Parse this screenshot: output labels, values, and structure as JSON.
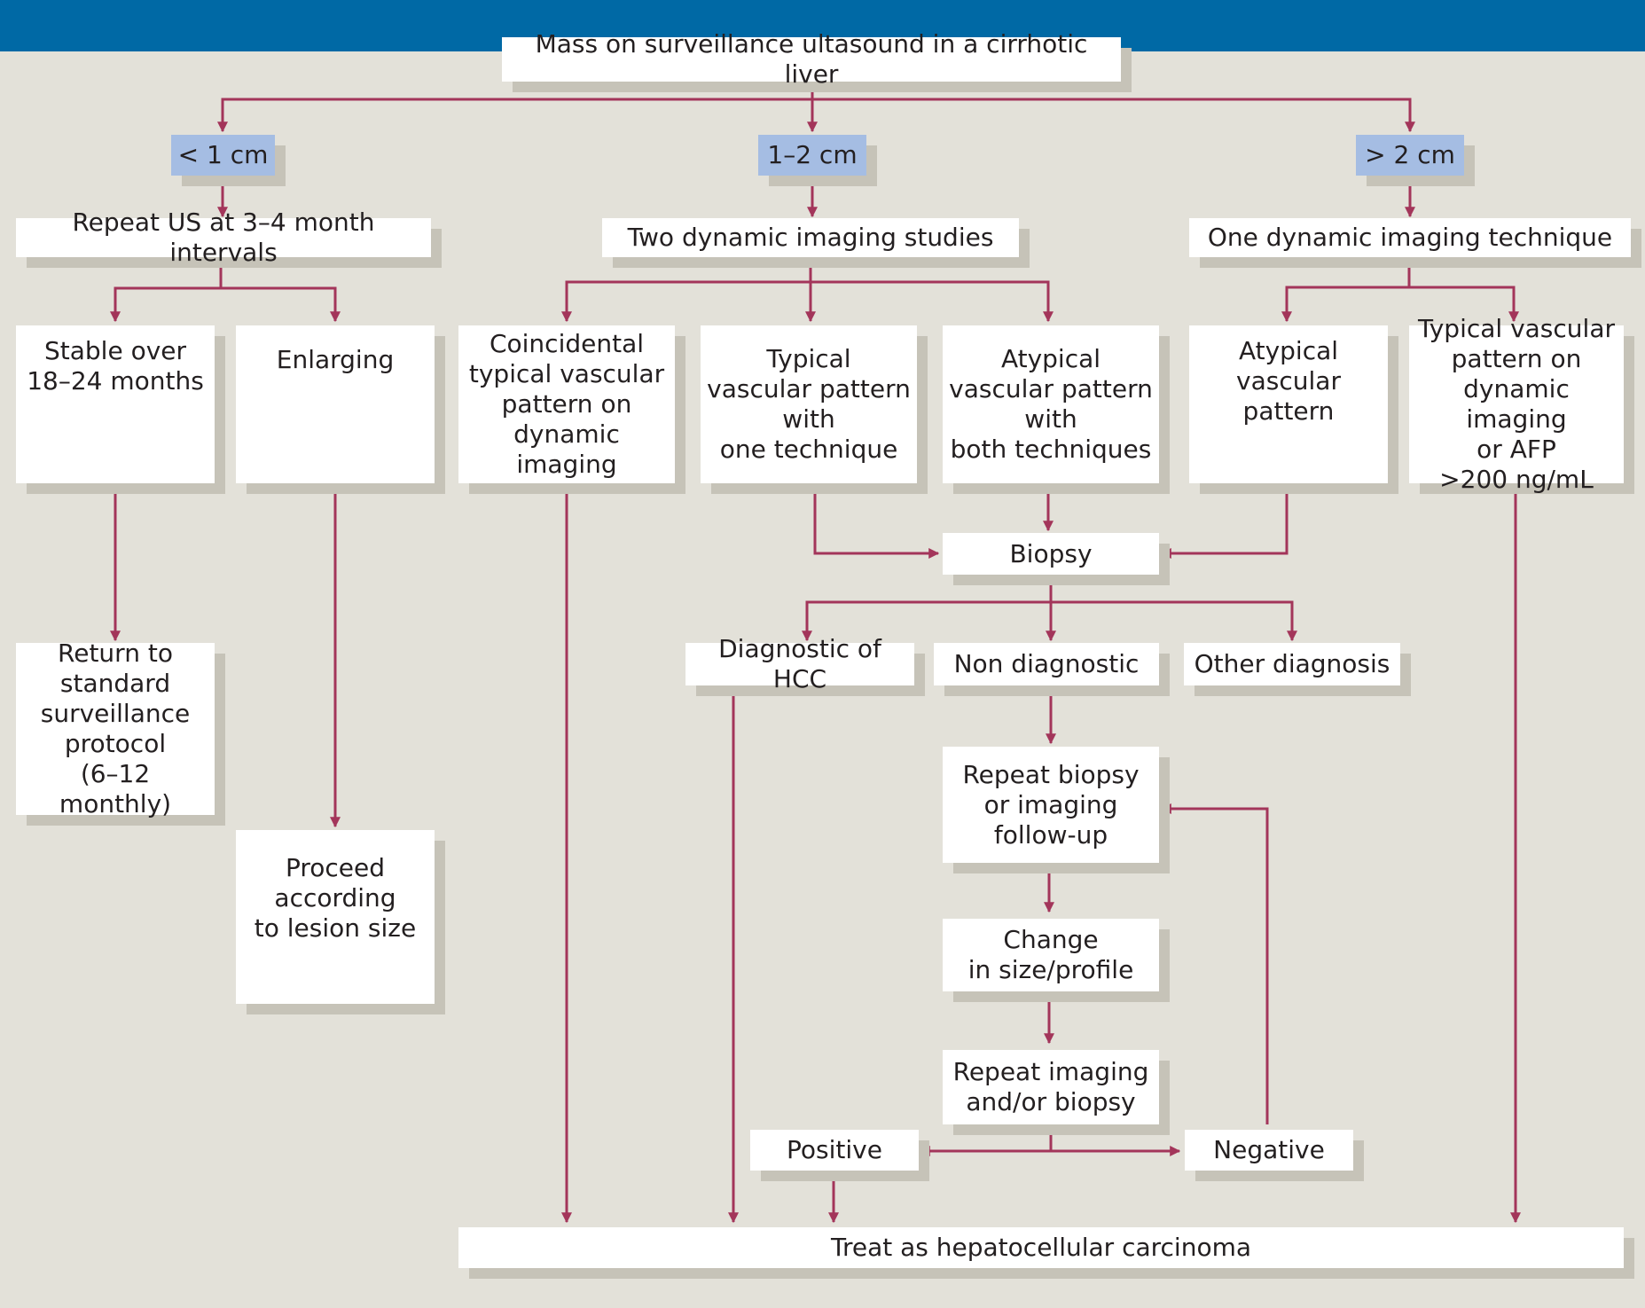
{
  "colors": {
    "header_bar": "#0069a5",
    "background": "#e3e1d9",
    "box": "#ffffff",
    "box_shadow": "#c6c3b8",
    "size_box": "#a5bde3",
    "arrow": "#a3355a",
    "text": "#231f20"
  },
  "nodes": {
    "start": "Mass on surveillance ultasound in a cirrhotic liver",
    "size_lt1": "< 1 cm",
    "size_1_2": "1–2 cm",
    "size_gt2": "> 2 cm",
    "repeat_us": "Repeat US at 3–4 month intervals",
    "two_dynamic": "Two dynamic imaging studies",
    "one_dynamic": "One dynamic imaging technique",
    "stable": "Stable over\n18–24 months",
    "enlarging": "Enlarging",
    "coincidental": "Coincidental\ntypical vascular\npattern on\ndynamic imaging",
    "typical_one": "Typical\nvascular pattern\nwith\none technique",
    "atypical_both": "Atypical\nvascular pattern\nwith\nboth techniques",
    "atypical": "Atypical\nvascular pattern",
    "typical_afp": "Typical vascular\npattern on\ndynamic imaging\nor AFP\n>200 ng/mL",
    "biopsy": "Biopsy",
    "return_std": "Return to\nstandard\nsurveillance\nprotocol\n(6–12 monthly)",
    "diag_hcc": "Diagnostic of HCC",
    "non_diag": "Non diagnostic",
    "other_diag": "Other diagnosis",
    "repeat_biopsy": "Repeat biopsy\nor imaging\nfollow-up",
    "proceed": "Proceed\naccording\nto lesion size",
    "change": "Change\nin size/profile",
    "repeat_imaging": "Repeat imaging\nand/or biopsy",
    "positive": "Positive",
    "negative": "Negative",
    "treat": "Treat as hepatocellular carcinoma"
  }
}
